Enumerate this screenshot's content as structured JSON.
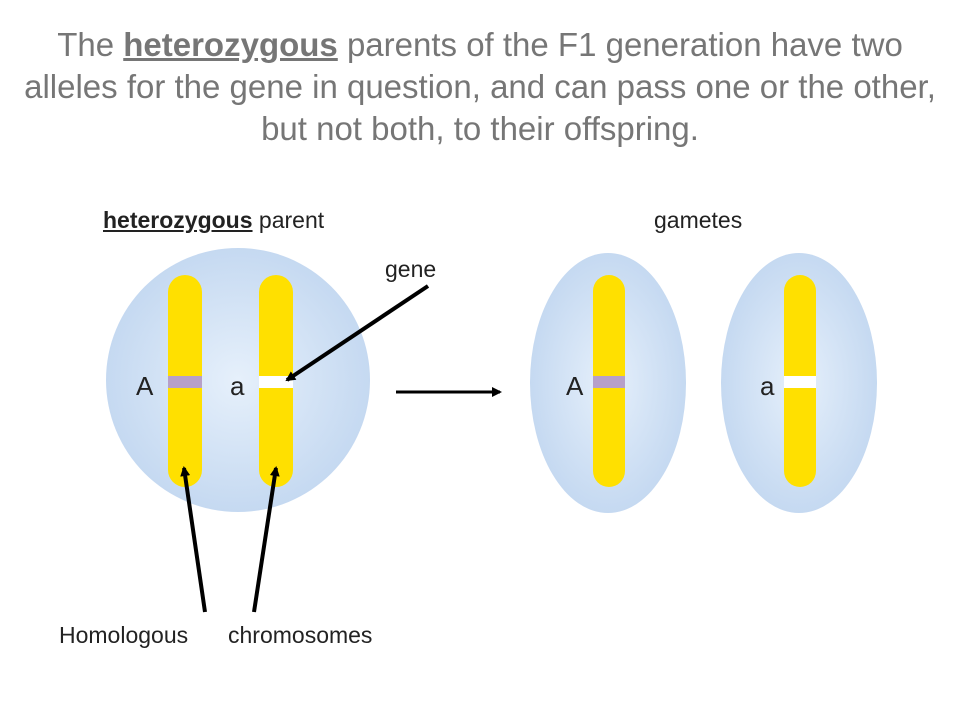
{
  "title": {
    "prefix": "The ",
    "term": "heterozygous",
    "rest": " parents of the F1 generation have two alleles for the gene in question, and can pass one or the other, but not both, to their offspring."
  },
  "parent": {
    "term": "heterozygous",
    "suffix": " parent",
    "allele_left": "A",
    "allele_right": "a"
  },
  "gametes": {
    "label": "gametes",
    "allele_left": "A",
    "allele_right": "a"
  },
  "gene_label": "gene",
  "homologous": {
    "word1": "Homologous",
    "word2": "chromosomes"
  },
  "colors": {
    "cell_fill": "#c5d9f1",
    "chromosome": "#ffe000",
    "allele_dominant_band": "#b7a0c8",
    "allele_recessive_band": "#ffffff",
    "arrow": "#000000",
    "title_text": "#767676"
  }
}
